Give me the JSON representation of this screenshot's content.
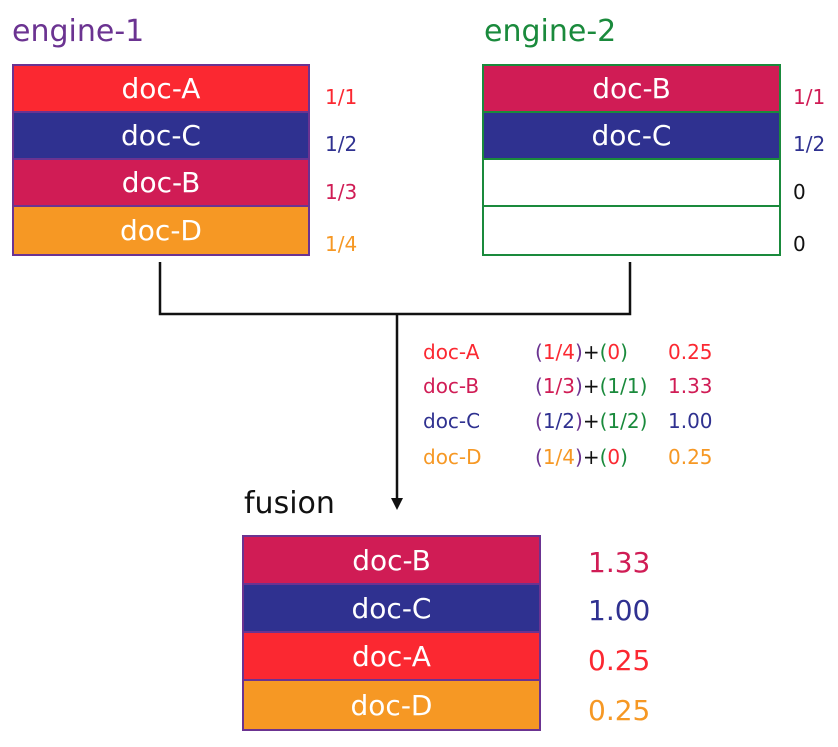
{
  "colors": {
    "doc_A": "#fb2831",
    "doc_B": "#d01c55",
    "doc_C": "#2f3190",
    "doc_D": "#f69824",
    "engine_1": "#6b3391",
    "engine_2": "#1a8a3c",
    "empty": "#ffffff",
    "score_zero": "#111111"
  },
  "engine_1": {
    "title": "engine-1",
    "rows": [
      {
        "doc": "doc-A",
        "score": "1/1",
        "color": "#fb2831"
      },
      {
        "doc": "doc-C",
        "score": "1/2",
        "color": "#2f3190"
      },
      {
        "doc": "doc-B",
        "score": "1/3",
        "color": "#d01c55"
      },
      {
        "doc": "doc-D",
        "score": "1/4",
        "color": "#f69824"
      }
    ]
  },
  "engine_2": {
    "title": "engine-2",
    "rows": [
      {
        "doc": "doc-B",
        "score": "1/1",
        "color": "#d01c55"
      },
      {
        "doc": "doc-C",
        "score": "1/2",
        "color": "#2f3190"
      },
      {
        "doc": "",
        "score": "0",
        "color": "#ffffff"
      },
      {
        "doc": "",
        "score": "0",
        "color": "#ffffff"
      }
    ]
  },
  "calculation": [
    {
      "doc": "doc-A",
      "term1": "1/4",
      "term2": "0",
      "result": "0.25",
      "color": "#fb2831"
    },
    {
      "doc": "doc-B",
      "term1": "1/3",
      "term2": "1/1",
      "result": "1.33",
      "color": "#d01c55"
    },
    {
      "doc": "doc-C",
      "term1": "1/2",
      "term2": "1/2",
      "result": "1.00",
      "color": "#2f3190"
    },
    {
      "doc": "doc-D",
      "term1": "1/4",
      "term2": "0",
      "result": "0.25",
      "color": "#f69824"
    }
  ],
  "calc_symbols": {
    "open": "(",
    "close": ")",
    "plus": "+"
  },
  "fusion": {
    "title": "fusion",
    "rows": [
      {
        "doc": "doc-B",
        "score": "1.33",
        "color": "#d01c55"
      },
      {
        "doc": "doc-C",
        "score": "1.00",
        "color": "#2f3190"
      },
      {
        "doc": "doc-A",
        "score": "0.25",
        "color": "#fb2831"
      },
      {
        "doc": "doc-D",
        "score": "0.25",
        "color": "#f69824"
      }
    ]
  }
}
